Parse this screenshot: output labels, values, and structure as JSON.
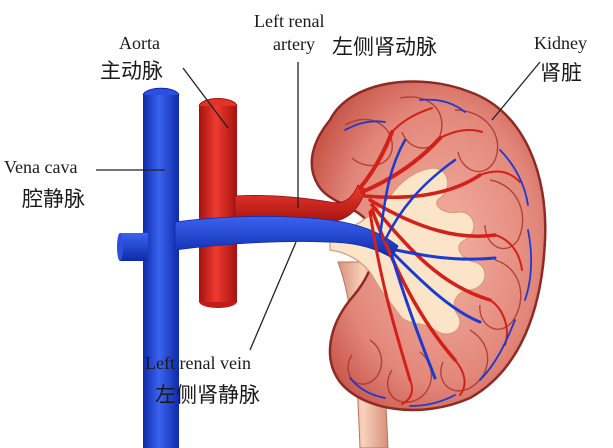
{
  "labels": {
    "aorta": {
      "en": "Aorta",
      "zh": "主动脉"
    },
    "left_renal_artery": {
      "en_line1": "Left renal",
      "en_line2": "artery",
      "zh": "左侧肾动脉"
    },
    "kidney": {
      "en": "Kidney",
      "zh": "肾脏"
    },
    "vena_cava": {
      "en": "Vena cava",
      "zh": "腔静脉"
    },
    "left_renal_vein": {
      "en": "Left renal vein",
      "zh": "左侧肾静脉"
    }
  },
  "colors": {
    "artery": "#d8231e",
    "vein": "#1d3fd6",
    "kidney_tissue": "#e48a7f",
    "kidney_edge": "#9b2b26",
    "pelvis": "#fde9cf",
    "ureter": "#f0b89a",
    "leader_line": "#222222"
  }
}
